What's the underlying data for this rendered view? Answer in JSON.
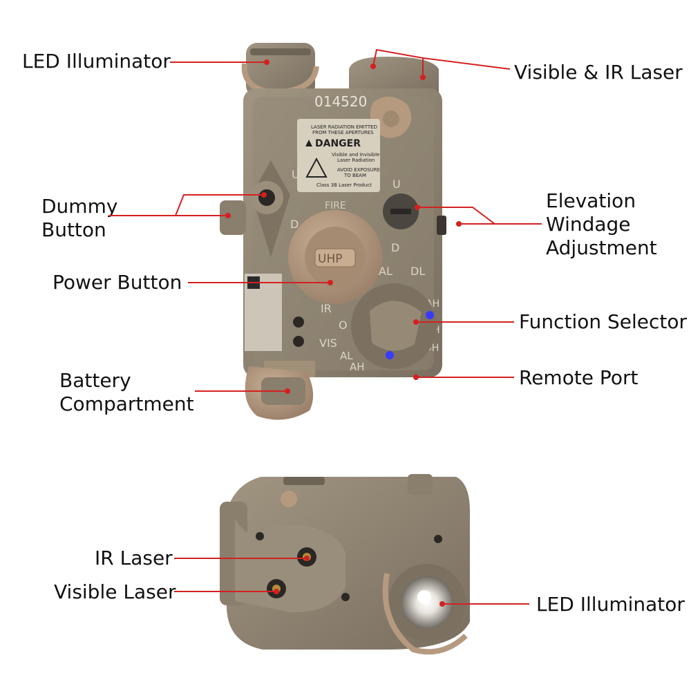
{
  "colors": {
    "callout_line": "#d42020",
    "device_body": "#8a7e6d",
    "device_face": "#9a8f7d",
    "device_dark": "#6e6456",
    "accent_knob": "#b69a80",
    "led_blue": "#3a3aff"
  },
  "labels": {
    "led_illuminator_top": "LED Illuminator",
    "visible_ir_laser": "Visible & IR Laser",
    "dummy_button": [
      "Dummy",
      "Button"
    ],
    "elevation_windage": [
      "Elevation",
      "Windage",
      "Adjustment"
    ],
    "power_button": "Power Button",
    "function_selector": "Function Selector",
    "battery_compartment": [
      "Battery",
      "Compartment"
    ],
    "remote_port": "Remote Port",
    "ir_laser": "IR Laser",
    "visible_laser": "Visible Laser",
    "led_illuminator_bottom": "LED Illuminator"
  },
  "device": {
    "serial": "014520",
    "warning": {
      "line1": "LASER RADIATION EMITTED",
      "line2": "FROM THESE APERTURES",
      "danger": "DANGER",
      "line3": "Visible and Invisible",
      "line4": "Laser Radiation",
      "line5": "AVOID EXPOSURE",
      "line6": "TO BEAM",
      "line7": "Class 3B Laser Product"
    },
    "fire": "FIRE",
    "up": "U",
    "down": "D",
    "uhp": "UHP",
    "modes": {
      "al": "AL",
      "dl": "DL",
      "ah": "AH",
      "ih": "IH",
      "dh": "DH",
      "ir": "IR",
      "off": "O",
      "vis": "VIS"
    }
  }
}
